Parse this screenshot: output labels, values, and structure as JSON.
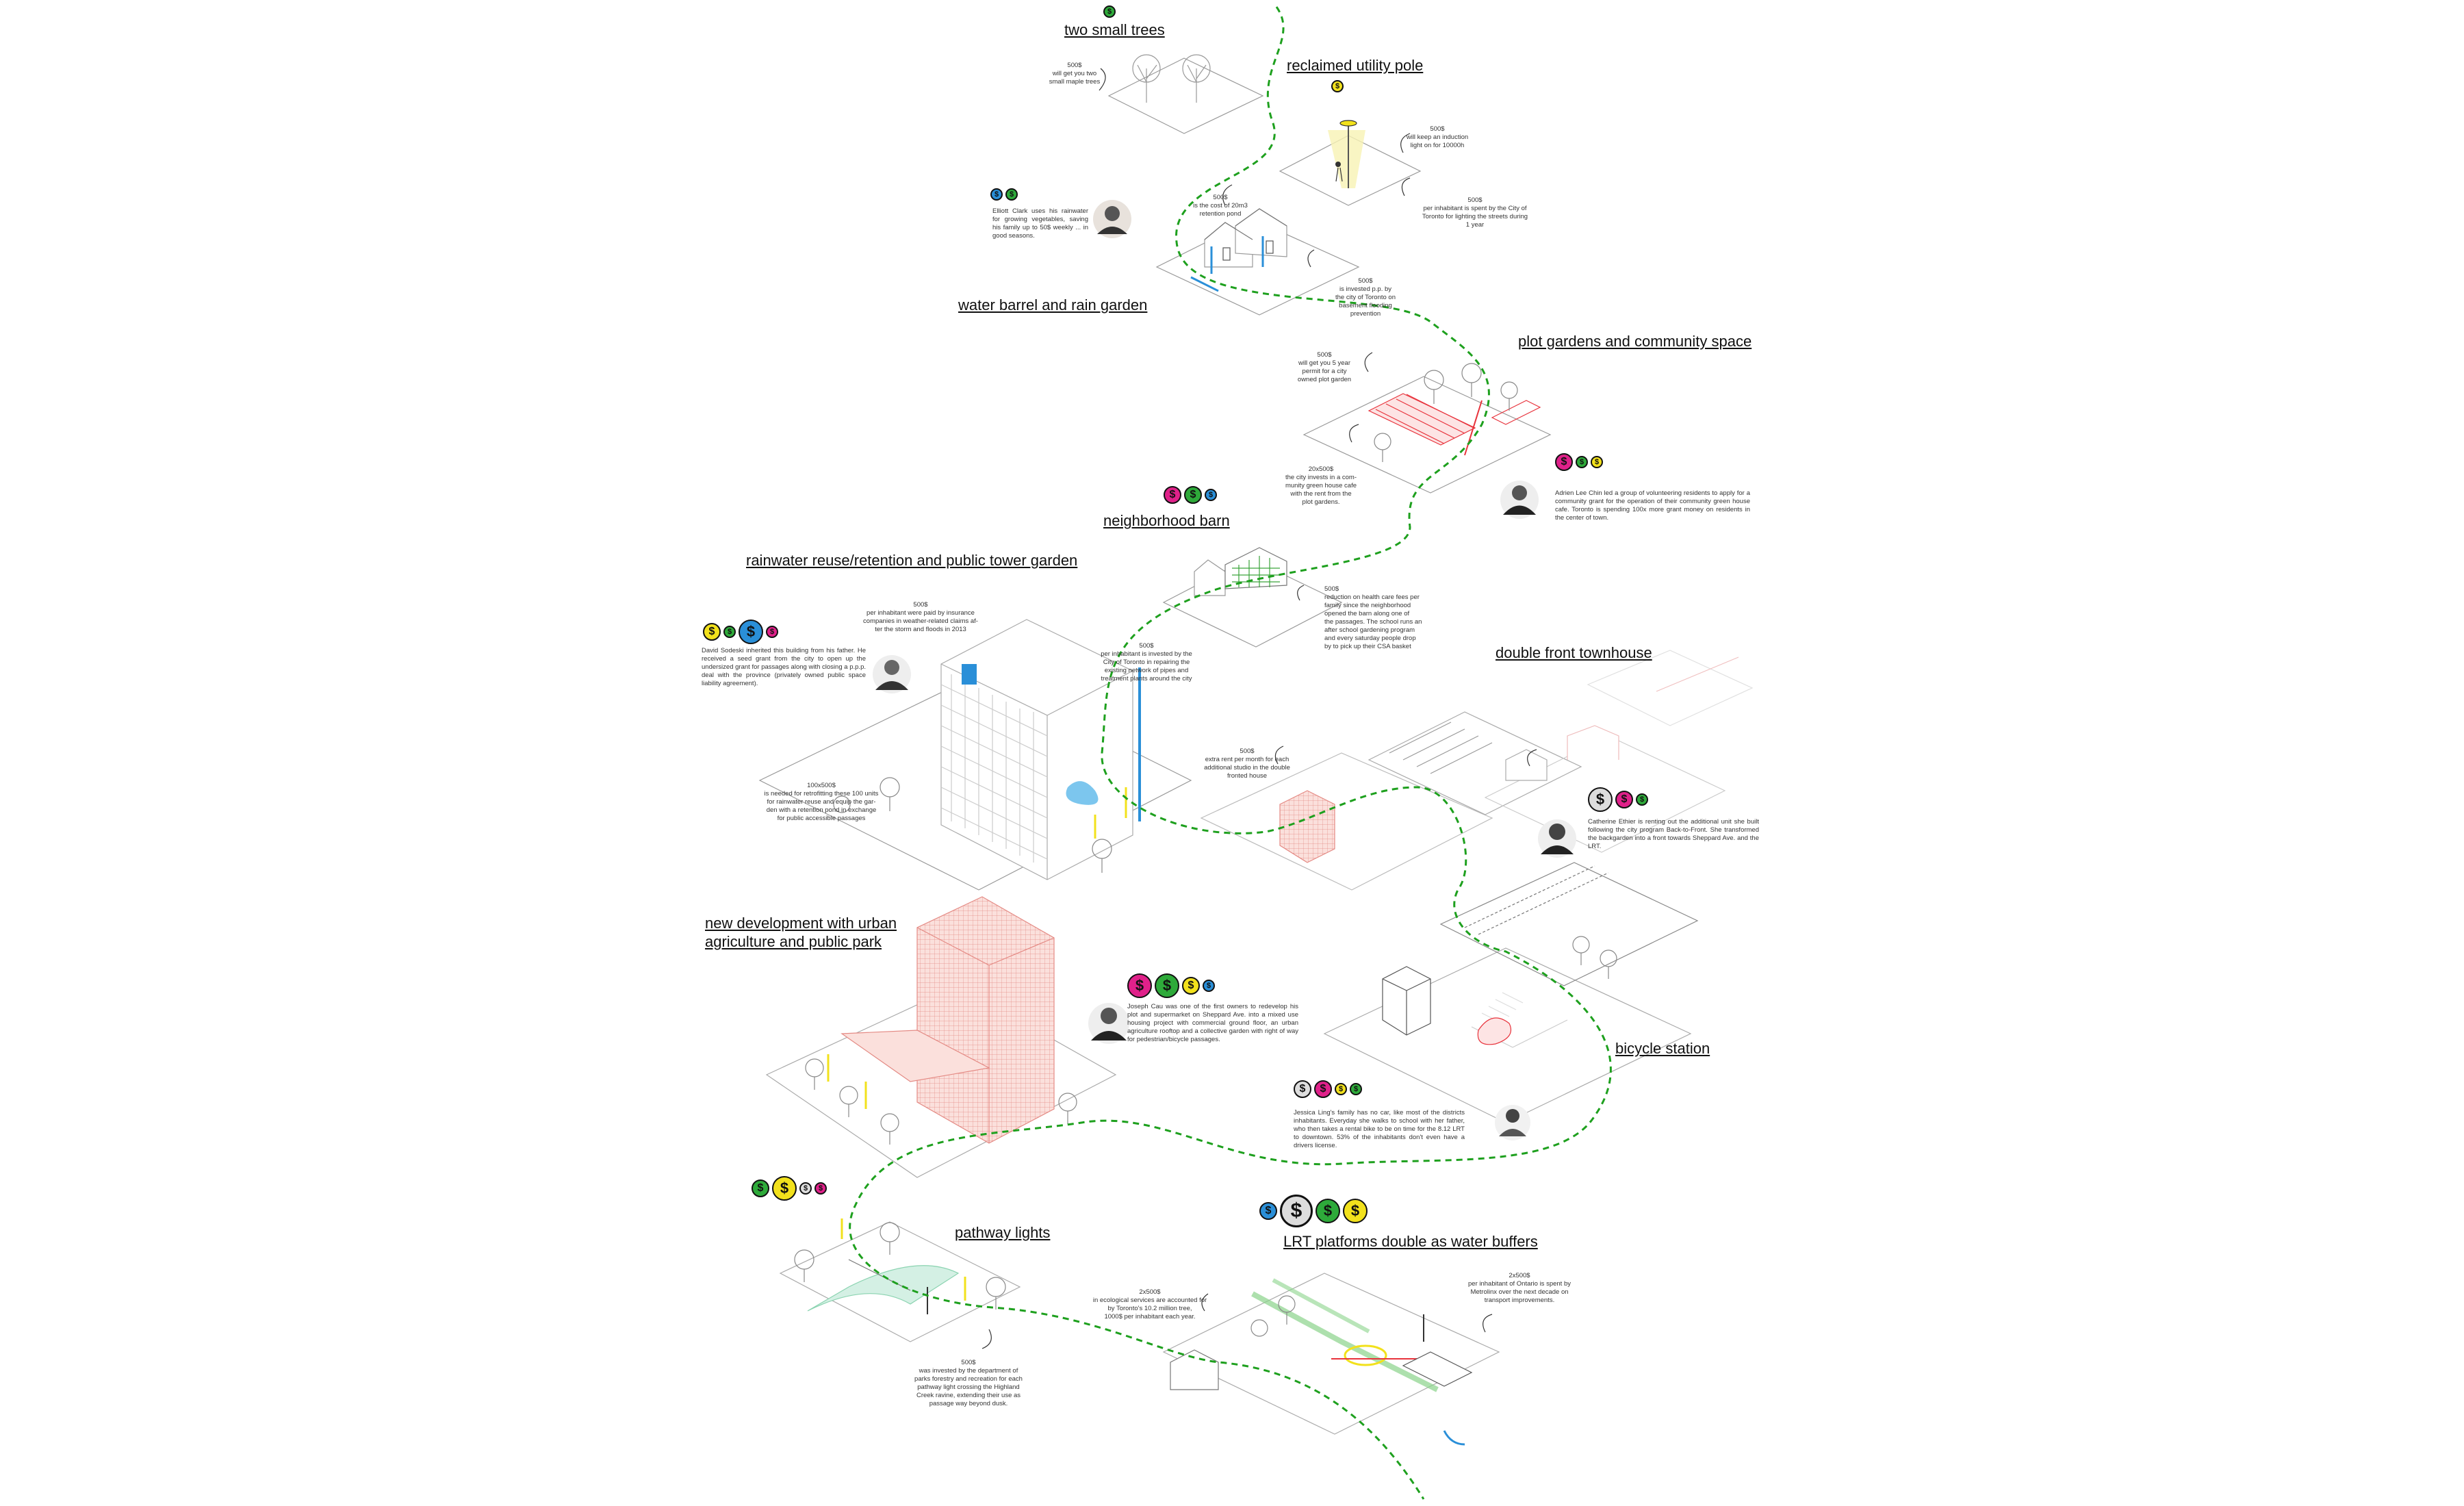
{
  "colors": {
    "path_green": "#1ea01e",
    "coin_magenta": "#e0218a",
    "coin_green": "#2eaa3a",
    "coin_yellow": "#f2e11c",
    "coin_blue": "#2a8fd8",
    "coin_grey": "#dddddd",
    "highlight_red": "#e8333c",
    "line_grey": "#9a9a9a"
  },
  "vignettes": {
    "two_small_trees": {
      "title": "two small trees",
      "coins": [
        "green"
      ],
      "notes": [
        "500$\nwill get you two\nsmall maple trees"
      ]
    },
    "utility_pole": {
      "title": "reclaimed  utility pole",
      "coins": [
        "yellow"
      ],
      "notes": [
        "500$\nwill keep an induction\nlight on for 10000h",
        "500$\nper inhabitant is spent by the City of\nToronto for lighting the streets during\n1 year"
      ]
    },
    "water_barrel": {
      "title": "water barrel and rain garden",
      "coins": [
        "blue",
        "green"
      ],
      "notes": [
        "500$\nis the cost of 20m3\nretention pond",
        "500$\nis invested p.p. by\nthe city of Toronto on\nbasement flooding\nprevention"
      ],
      "story": "Elliott Clark uses his rainwater for growing vegetables, saving his family up to 50$ weekly ... in good seasons."
    },
    "plot_gardens": {
      "title": "plot gardens and community space",
      "coins": [
        "magenta",
        "green",
        "yellow"
      ],
      "notes": [
        "500$\nwill get you 5 year\npermit for a city\nowned plot garden",
        "20x500$\nthe city invests in a com-\nmunity green house cafe\nwith the rent from the\nplot gardens."
      ],
      "story": "Adrien Lee Chin led a group of volunteering  residents to apply for a community grant for the operation of their community green house cafe. Toronto is spending 100x more grant money on residents in the center of town."
    },
    "neighborhood_barn": {
      "title": "neighborhood barn",
      "coins": [
        "magenta",
        "green",
        "blue"
      ],
      "notes": [
        "500$\nreduction on health care fees per\nfamily since the neighborhood\nopened the barn along one of\nthe passages. The school runs an\nafter school gardening program\nand every saturday people drop\nby to pick up their CSA basket"
      ]
    },
    "tower_garden": {
      "title": "rainwater reuse/retention and public tower garden",
      "coins": [
        "yellow",
        "green",
        "blue",
        "magenta"
      ],
      "notes": [
        "500$\nper inhabitant were paid by insurance\ncompanies in weather-related claims af-\nter the storm and floods in 2013",
        "500$\nper inhabitant is invested by the\nCity of Toronto in repairing the\nexisting network of pipes and\ntreatment plants around the city",
        "100x500$\nis needed for retrofitting these 100 units\nfor rainwater reuse and equip the gar-\nden with a retention pond in exchange\nfor public accessible passages"
      ],
      "story": "David Sodeski inherited this building from his father. He received a seed grant from the city to open up the undersized grant for passages along with closing a p.p.p. deal with the province (privately owned public space liability agreement)."
    },
    "townhouse": {
      "title": "double front townhouse",
      "coins": [
        "grey",
        "magenta",
        "green"
      ],
      "notes": [
        "500$\nextra rent per month for each\nadditional studio in the double\nfronted house"
      ],
      "story": "Catherine Ethier is renting out the additional unit she built following the city program Back-to-Front. She transformed the backgarden into a front towards Sheppard Ave. and the LRT."
    },
    "new_development": {
      "title": "new development with  urban agriculture and public park",
      "coins": [
        "magenta",
        "green",
        "yellow",
        "blue"
      ],
      "story": "Joseph Cau was one of the first owners to redevelop his plot and supermarket on Sheppard Ave. into a mixed use housing project with commercial ground floor, an urban agriculture rooftop and a collective garden with right of way for pedestrian/bicycle passages."
    },
    "bicycle_station": {
      "title": "bicycle station",
      "coins": [
        "grey",
        "magenta",
        "yellow",
        "green"
      ],
      "story": "Jessica Ling's family has no car, like most of the districts inhabitants. Everyday she walks to school with her father, who then takes a rental bike to be on time for the 8.12 LRT to downtown. 53% of the inhabitants don't even have a drivers license."
    },
    "pathway_lights": {
      "title": "pathway lights",
      "coins": [
        "green",
        "yellow",
        "grey",
        "magenta"
      ],
      "notes": [
        "500$\nwas invested by the department of\nparks forestry and recreation for each\npathway light crossing the Highland\nCreek ravine, extending their use as\npassage way beyond dusk."
      ]
    },
    "lrt_platforms": {
      "title": "LRT platforms double as water buffers",
      "coins": [
        "blue",
        "grey",
        "green",
        "yellow"
      ],
      "notes": [
        "2x500$\nin ecological services are accounted for\nby Toronto's 10.2  million tree,\n1000$ per inhabitant each year.",
        "2x500$\nper inhabitant of Ontario is spent by\nMetrolinx over the next decade on\ntransport improvements."
      ]
    }
  },
  "currency_symbol": "$"
}
